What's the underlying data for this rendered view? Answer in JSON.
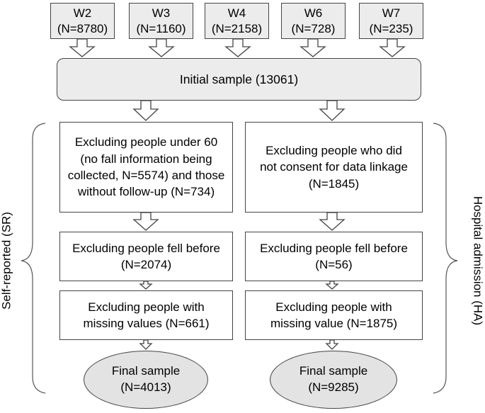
{
  "waves": [
    {
      "name": "W2",
      "count": "(N=8780)"
    },
    {
      "name": "W3",
      "count": "(N=1160)"
    },
    {
      "name": "W4",
      "count": "(N=2158)"
    },
    {
      "name": "W6",
      "count": "(N=728)"
    },
    {
      "name": "W7",
      "count": "(N=235)"
    }
  ],
  "initial_sample": "Initial sample (13061)",
  "sr": {
    "label": "Self-reported (SR)",
    "step1": "Excluding people under 60 (no fall information being collected, N=5574) and those without follow-up (N=734)",
    "step2": "Excluding people fell before (N=2074)",
    "step3": "Excluding people with missing values (N=661)",
    "final_title": "Final sample",
    "final_count": "(N=4013)"
  },
  "ha": {
    "label": "Hospital admission (HA)",
    "step1": "Excluding people who did not consent for data linkage (N=1845)",
    "step2": "Excluding people fell before (N=56)",
    "step3": "Excluding people with missing value (N=1875)",
    "final_title": "Final sample",
    "final_count": "(N=9285)"
  },
  "colors": {
    "box_fill": "#ececec",
    "ellipse_fill": "#e3e3e3",
    "stroke": "#444444"
  }
}
